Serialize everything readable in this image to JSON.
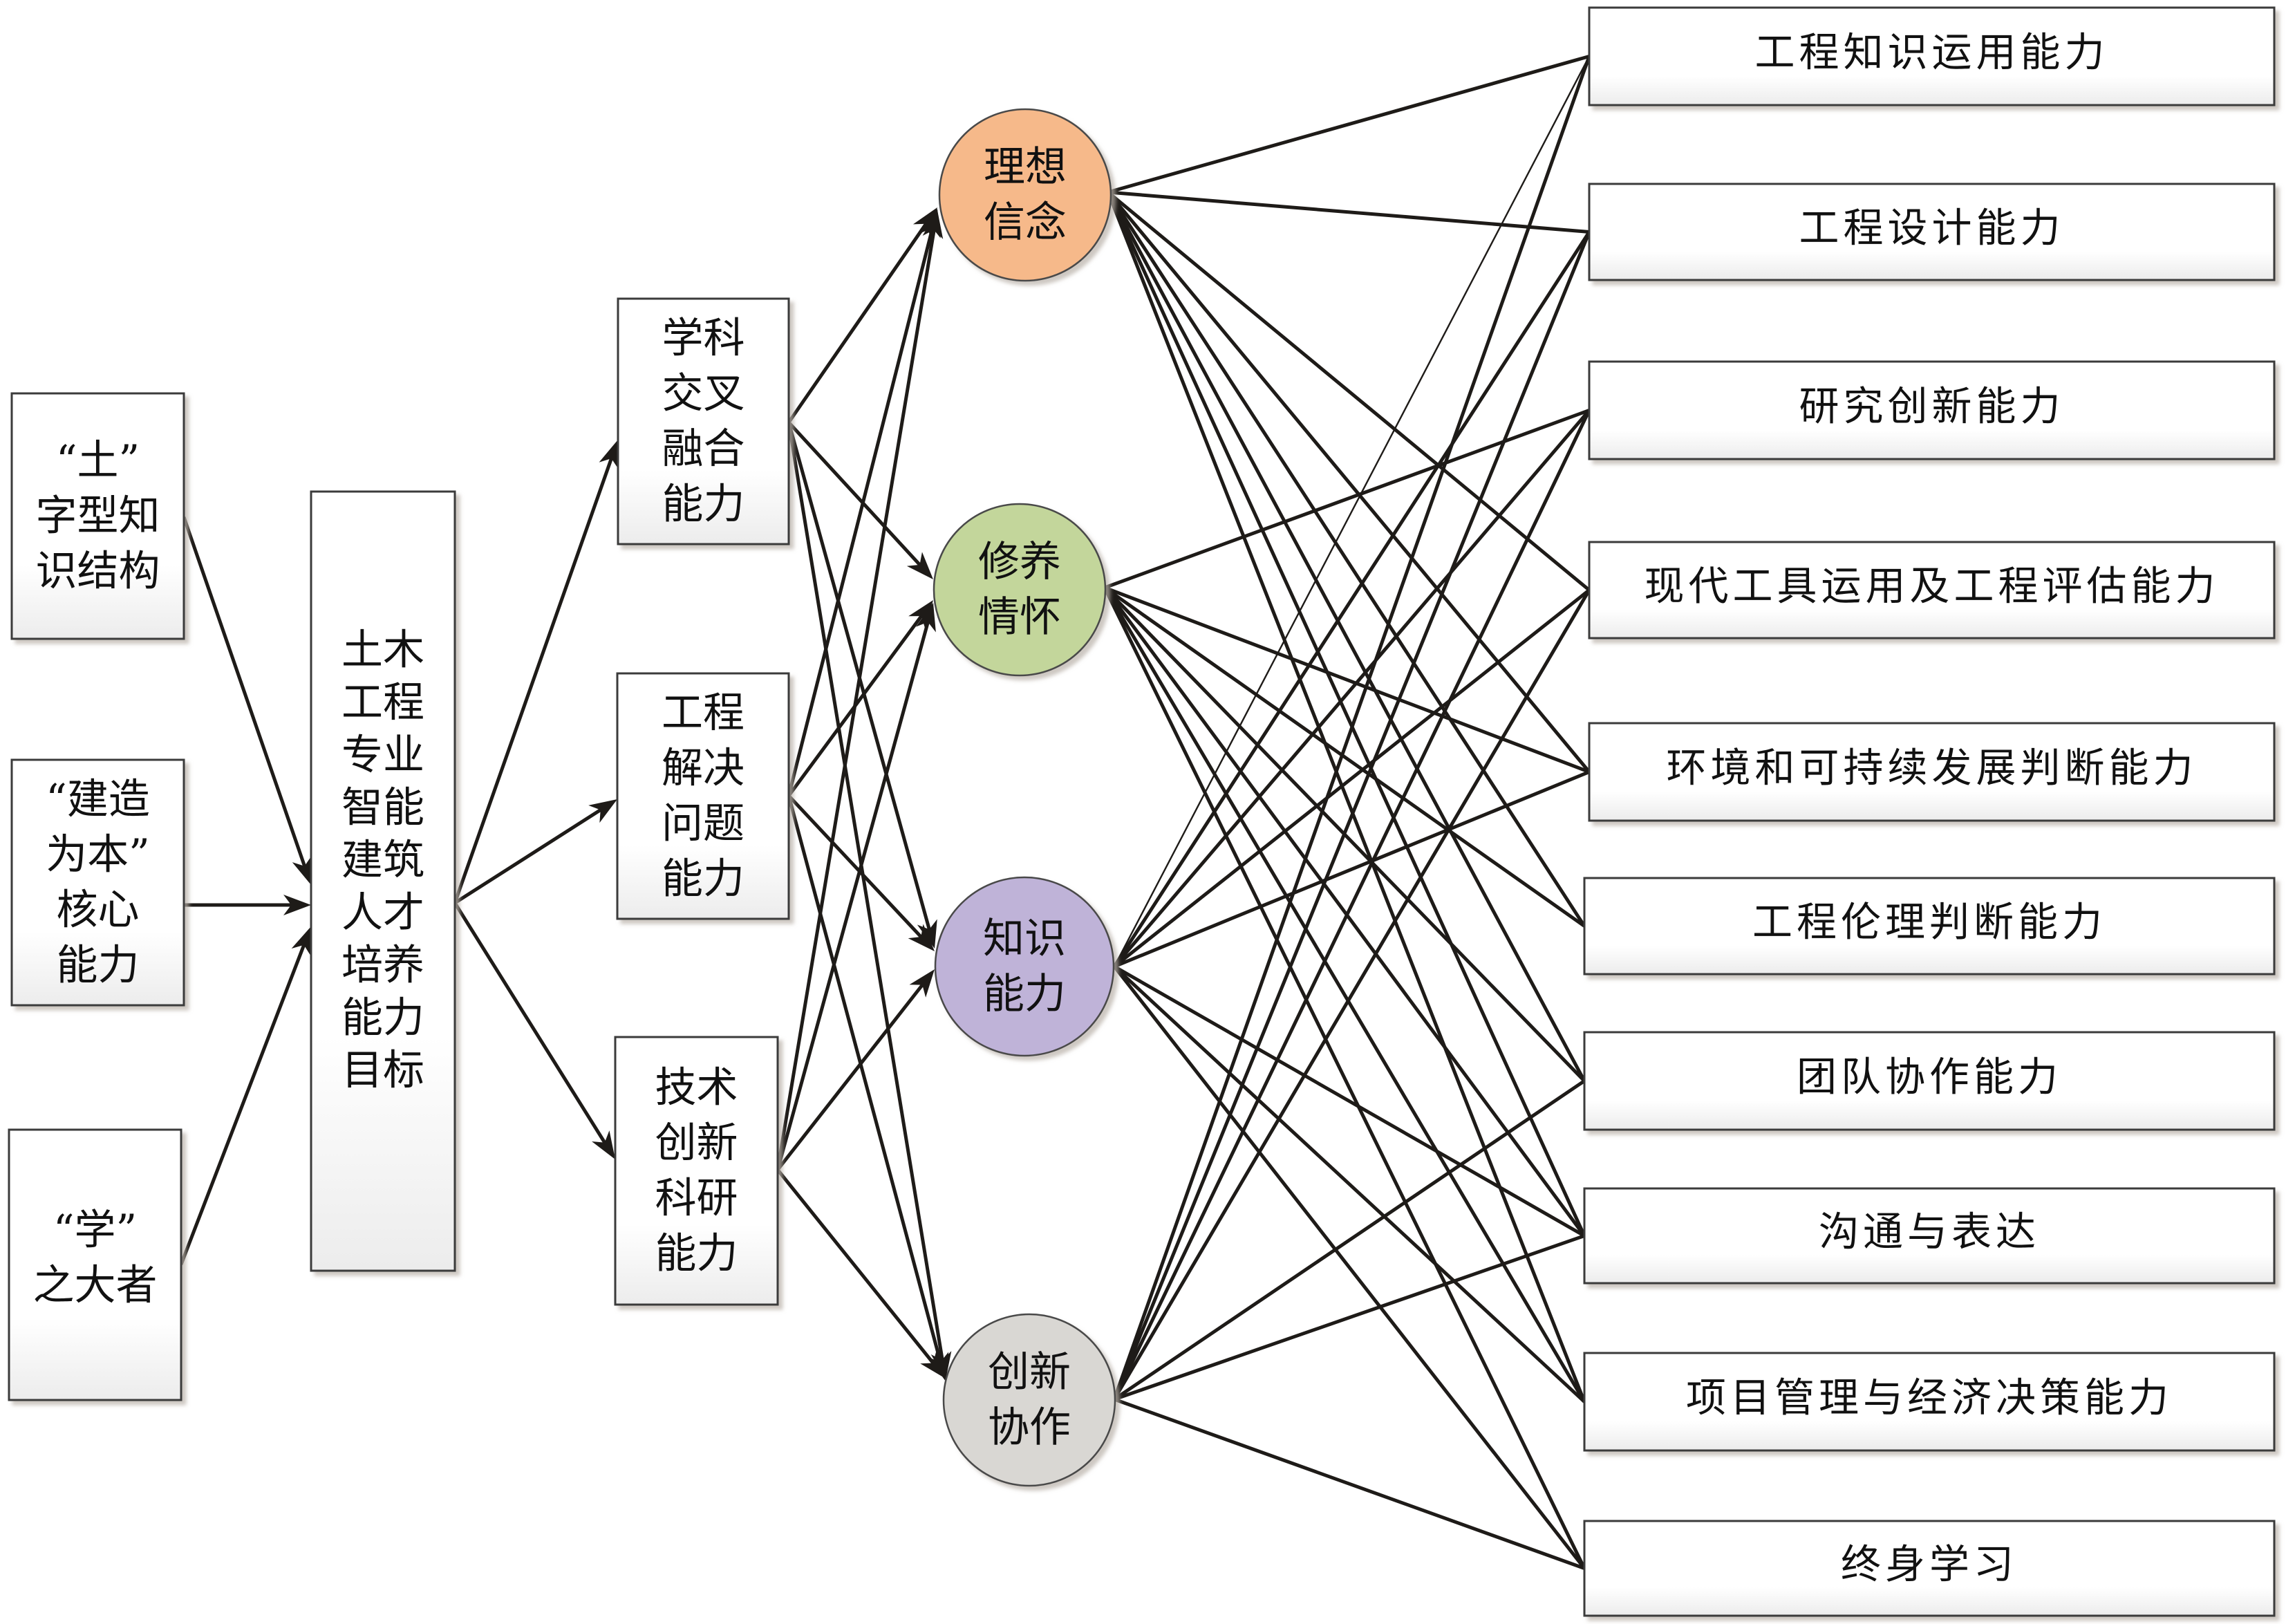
{
  "diagram": {
    "title": "土木工程专业智能建筑人才培养能力目标",
    "sources": [
      {
        "id": "s1",
        "lines": [
          "“土”",
          "字型知",
          "识结构"
        ]
      },
      {
        "id": "s2",
        "lines": [
          "“建造",
          "为本”",
          "核心",
          "能力"
        ]
      },
      {
        "id": "s3",
        "lines": [
          "“学”",
          "之大者"
        ]
      }
    ],
    "goal": {
      "lines": [
        "土木",
        "工程",
        "专业",
        "智能",
        "建筑",
        "人才",
        "培养",
        "能力",
        "目标"
      ]
    },
    "abilities": [
      {
        "id": "a1",
        "lines": [
          "学科",
          "交叉",
          "融合",
          "能力"
        ]
      },
      {
        "id": "a2",
        "lines": [
          "工程",
          "解决",
          "问题",
          "能力"
        ]
      },
      {
        "id": "a3",
        "lines": [
          "技术",
          "创新",
          "科研",
          "能力"
        ]
      }
    ],
    "qualities": [
      {
        "id": "q1",
        "lines": [
          "理想",
          "信念"
        ],
        "color": "#f6b98a"
      },
      {
        "id": "q2",
        "lines": [
          "修养",
          "情怀"
        ],
        "color": "#c3d69b"
      },
      {
        "id": "q3",
        "lines": [
          "知识",
          "能力"
        ],
        "color": "#bfb3d8"
      },
      {
        "id": "q4",
        "lines": [
          "创新",
          "协作"
        ],
        "color": "#d9d7d3"
      }
    ],
    "outcomes": [
      "工程知识运用能力",
      "工程设计能力",
      "研究创新能力",
      "现代工具运用及工程评估能力",
      "环境和可持续发展判断能力",
      "工程伦理判断能力",
      "团队协作能力",
      "沟通与表达",
      "项目管理与经济决策能力",
      "终身学习"
    ],
    "edges_sources_to_goal": [
      "s1",
      "s2",
      "s3"
    ],
    "edges_goal_to_abilities": [
      "a1",
      "a2",
      "a3"
    ],
    "edges_abilities_to_qualities": [
      [
        "a1",
        "q1"
      ],
      [
        "a1",
        "q2"
      ],
      [
        "a1",
        "q3"
      ],
      [
        "a1",
        "q4"
      ],
      [
        "a2",
        "q1"
      ],
      [
        "a2",
        "q2"
      ],
      [
        "a2",
        "q3"
      ],
      [
        "a2",
        "q4"
      ],
      [
        "a3",
        "q1"
      ],
      [
        "a3",
        "q2"
      ],
      [
        "a3",
        "q3"
      ],
      [
        "a3",
        "q4"
      ]
    ],
    "edges_qualities_to_outcomes": {
      "q1": [
        1,
        2,
        4,
        5,
        6,
        7,
        8,
        9
      ],
      "q2": [
        3,
        5,
        6,
        7,
        8,
        9,
        10
      ],
      "q3": [
        1,
        2,
        3,
        4,
        5,
        8,
        9,
        10
      ],
      "q4": [
        1,
        2,
        3,
        4,
        7,
        8,
        10
      ]
    },
    "thin_edges": [
      [
        "q3",
        1
      ]
    ]
  }
}
